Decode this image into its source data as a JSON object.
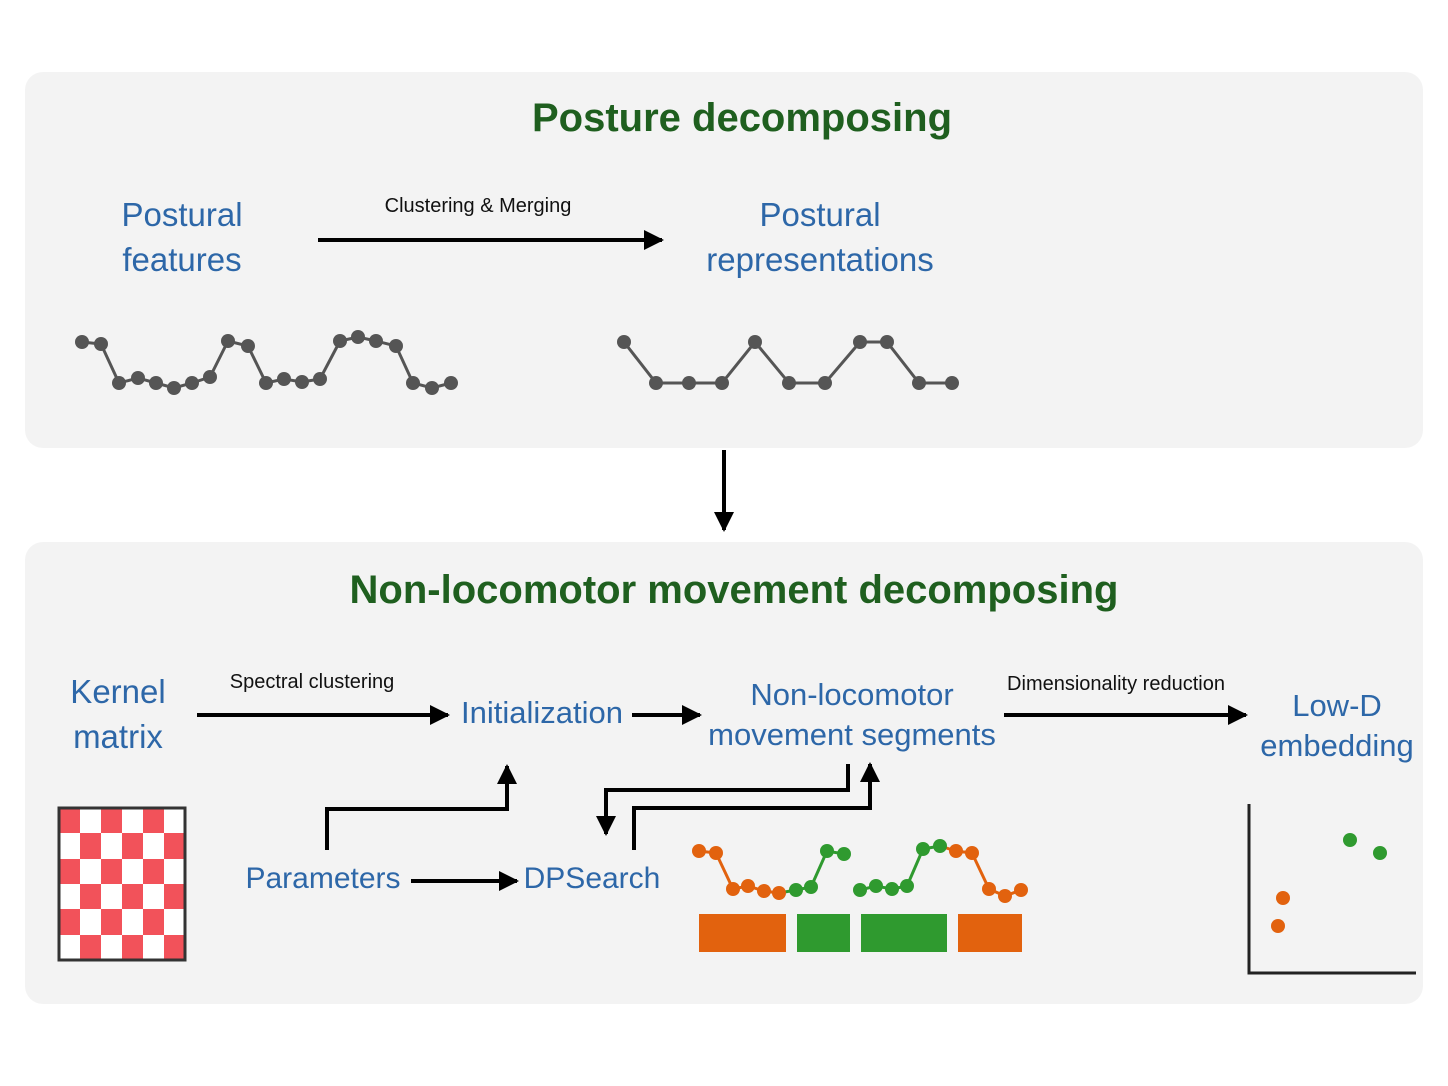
{
  "panels": {
    "posture": {
      "title": "Posture decomposing",
      "nodes": {
        "postural_features": [
          "Postural",
          "features"
        ],
        "postural_representations": [
          "Postural",
          "representations"
        ]
      },
      "edges": {
        "clustering_merging": "Clustering & Merging"
      }
    },
    "nonlocomotor": {
      "title": "Non-locomotor movement decomposing",
      "nodes": {
        "kernel_matrix": [
          "Kernel",
          "matrix"
        ],
        "initialization": "Initialization",
        "segments": [
          "Non-locomotor",
          "movement segments"
        ],
        "low_d": [
          "Low-D",
          "embedding"
        ],
        "parameters": "Parameters",
        "dpsearch": "DPSearch"
      },
      "edges": {
        "spectral_clustering": "Spectral clustering",
        "dimensionality_reduction": "Dimensionality reduction"
      }
    }
  },
  "colors": {
    "panel_bg": "#f3f3f3",
    "title": "#1f5f1f",
    "node_text": "#2d67a8",
    "trace": "#555555",
    "orange": "#e2620e",
    "green": "#2f9a2f",
    "kernel_red": "#f2525a"
  },
  "icons": {
    "raw_trace": "postural-feature-trace",
    "repr_trace": "postural-representation-trace",
    "kernel": "checkerboard-kernel-matrix",
    "segments": "colored-segment-trace",
    "embedding": "scatter-embedding-plot"
  }
}
